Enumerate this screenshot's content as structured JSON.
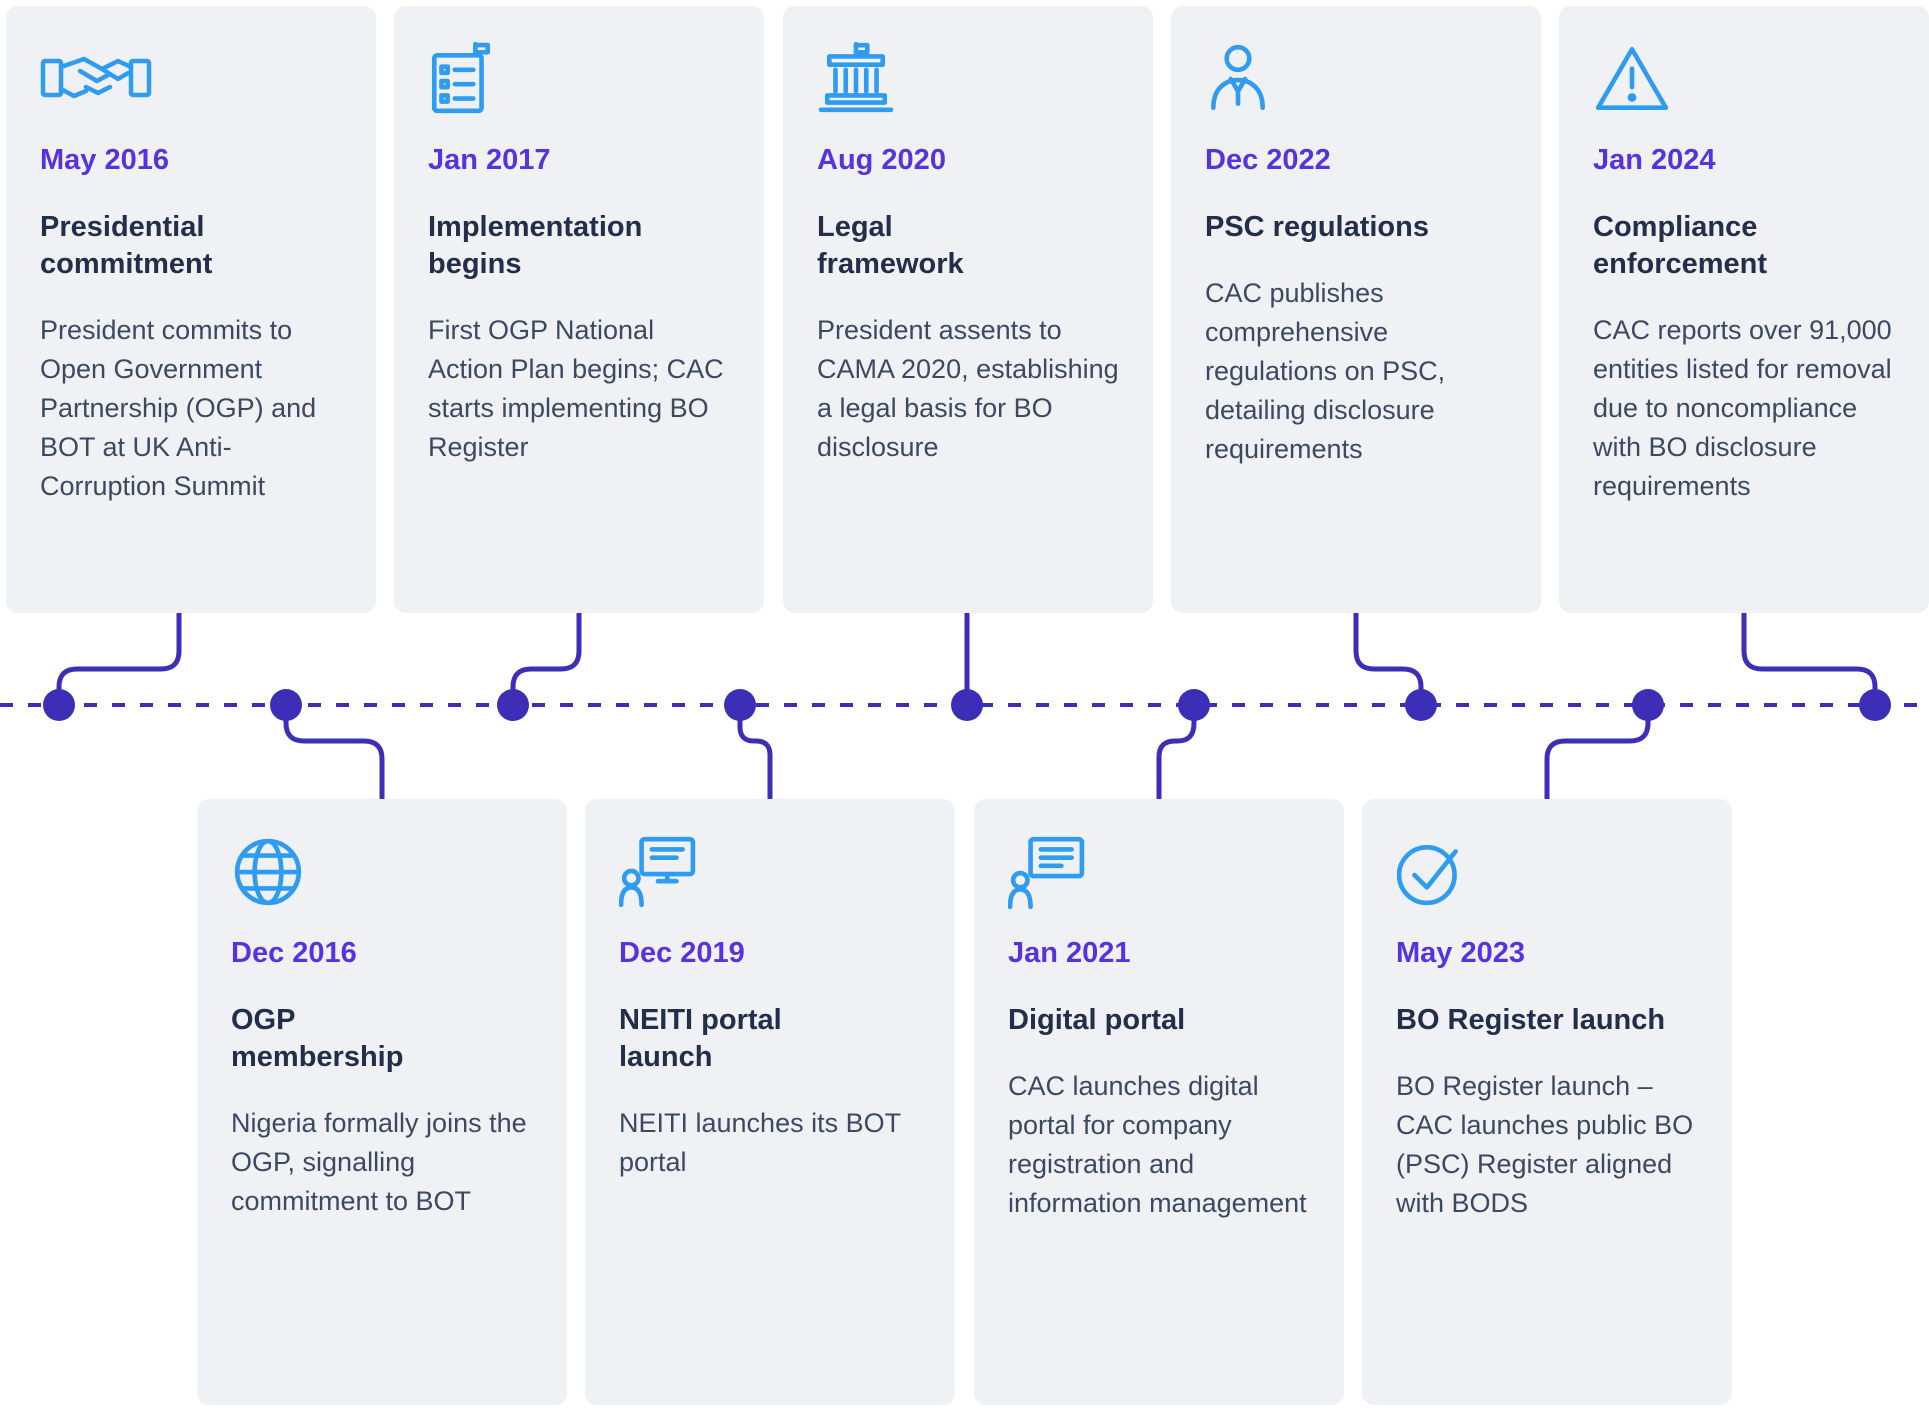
{
  "colors": {
    "timeline": "#3d2eb8",
    "date_text": "#5733e0",
    "title_text": "#232e4a",
    "body_text": "#3c4961",
    "icon_blue": "#2f9bf1",
    "card_background": "#f0f1f4"
  },
  "events": [
    {
      "date": "May 2016",
      "title": "Presidential\ncommitment",
      "description": "President commits to Open Government Partnership (OGP) and BOT at UK Anti-Corruption Summit",
      "icon": "handshake-icon",
      "row": "top"
    },
    {
      "date": "Dec 2016",
      "title": "OGP\nmembership",
      "description": "Nigeria formally joins the OGP, signalling commitment to BOT",
      "icon": "globe-icon",
      "row": "bottom"
    },
    {
      "date": "Jan 2017",
      "title": "Implementation\nbegins",
      "description": "First OGP National Action Plan begins; CAC starts implementing BO Register",
      "icon": "document-icon",
      "row": "top"
    },
    {
      "date": "Dec 2019",
      "title": "NEITI portal\nlaunch",
      "description": "NEITI launches its BOT portal",
      "icon": "person-monitor-icon",
      "row": "bottom"
    },
    {
      "date": "Aug 2020",
      "title": "Legal\nframework",
      "description": "President assents to CAMA 2020, establishing a legal basis for BO disclosure",
      "icon": "government-building-icon",
      "row": "top"
    },
    {
      "date": "Jan 2021",
      "title": "Digital portal",
      "description": "CAC launches digital portal for company registration and information management",
      "icon": "person-monitor-icon",
      "row": "bottom"
    },
    {
      "date": "Dec 2022",
      "title": "PSC regulations",
      "description": "CAC publishes comprehensive regulations on PSC, detailing disclosure requirements",
      "icon": "person-icon",
      "row": "top"
    },
    {
      "date": "May 2023",
      "title": "BO Register launch",
      "description": "BO Register launch – CAC launches public BO (PSC) Register aligned with BODS",
      "icon": "check-circle-icon",
      "row": "bottom"
    },
    {
      "date": "Jan 2024",
      "title": "Compliance\nenforcement",
      "description": "CAC reports over 91,000 entities listed for removal due to noncompliance with BO disclosure requirements",
      "icon": "warning-triangle-icon",
      "row": "top"
    }
  ]
}
